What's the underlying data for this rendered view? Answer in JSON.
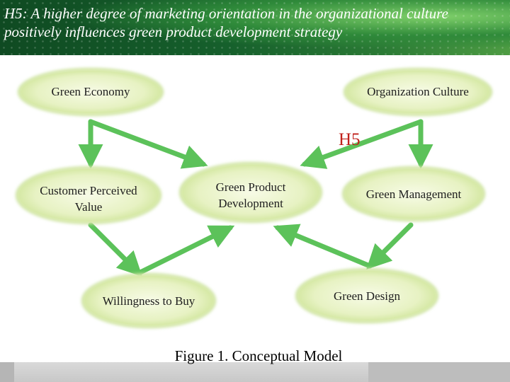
{
  "header": {
    "title": "H5: A higher degree of marketing orientation in the organizational culture positively influences green product development strategy"
  },
  "nodes": {
    "green_economy": "Green Economy",
    "organization_culture": "Organization Culture",
    "customer_perceived_value": "Customer Perceived Value",
    "green_product_development": "Green Product Development",
    "green_management": "Green Management",
    "willingness_to_buy": "Willingness to Buy",
    "green_design": "Green Design"
  },
  "hypothesis_label": "H5",
  "caption": "Figure 1. Conceptual  Model",
  "colors": {
    "node_fill": "#eef6cf",
    "node_edge": "#bcd98a",
    "arrow": "#59c257",
    "hypothesis": "#c0201b"
  }
}
